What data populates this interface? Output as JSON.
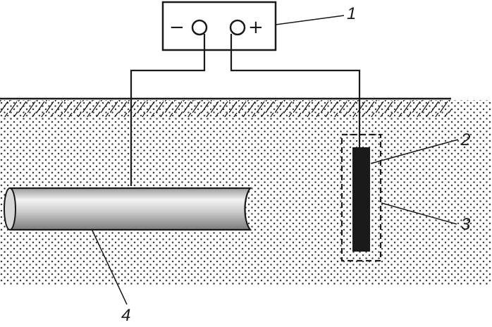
{
  "diagram": {
    "power_source": {
      "negative_sign": "−",
      "positive_sign": "+"
    },
    "callouts": [
      {
        "id": "source",
        "text": "1"
      },
      {
        "id": "anode",
        "text": "2"
      },
      {
        "id": "backfill",
        "text": "3"
      },
      {
        "id": "pipeline",
        "text": "4"
      }
    ],
    "colors": {
      "line": "#1a1a1a",
      "soil_dots": "#3a3a3a",
      "anode_fill": "#1a1a1a",
      "pipe_highlight": "#f2f2f2",
      "pipe_shadow": "#8c8c8c"
    }
  }
}
